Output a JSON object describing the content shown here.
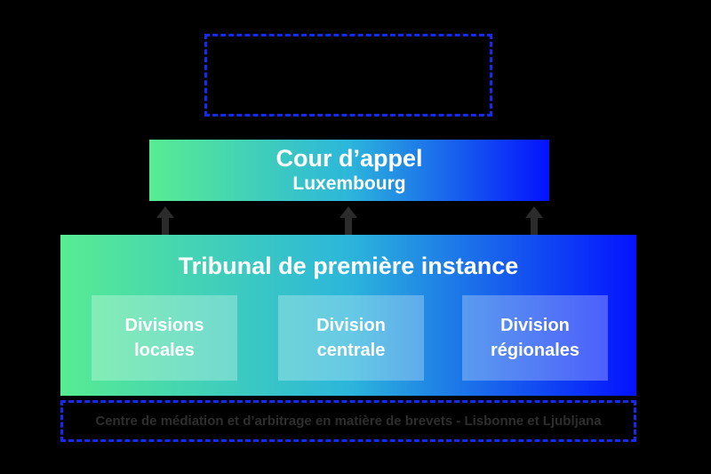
{
  "canvas": {
    "background": "#000000"
  },
  "colors": {
    "gradient_start": "#58EC92",
    "gradient_mid": "#2CB6DB",
    "gradient_end": "#0412FE",
    "dashed_border": "#152AF0",
    "arrow": "#2B2B2B",
    "muted_text": "#2E2E2E"
  },
  "top_placeholder": {
    "label": ""
  },
  "appeal_court": {
    "title": "Cour d’appel",
    "subtitle": "Luxembourg"
  },
  "first_instance": {
    "title": "Tribunal de première instance",
    "divisions": [
      {
        "line1": "Divisions",
        "line2": "locales"
      },
      {
        "line1": "Division",
        "line2": "centrale"
      },
      {
        "line1": "Division",
        "line2": "régionales"
      }
    ]
  },
  "mediation_center": {
    "label": "Centre de médiation et d’arbitrage en matière de brevets - Lisbonne et Ljubljana"
  },
  "icons": {
    "arrow": "up-arrow"
  }
}
